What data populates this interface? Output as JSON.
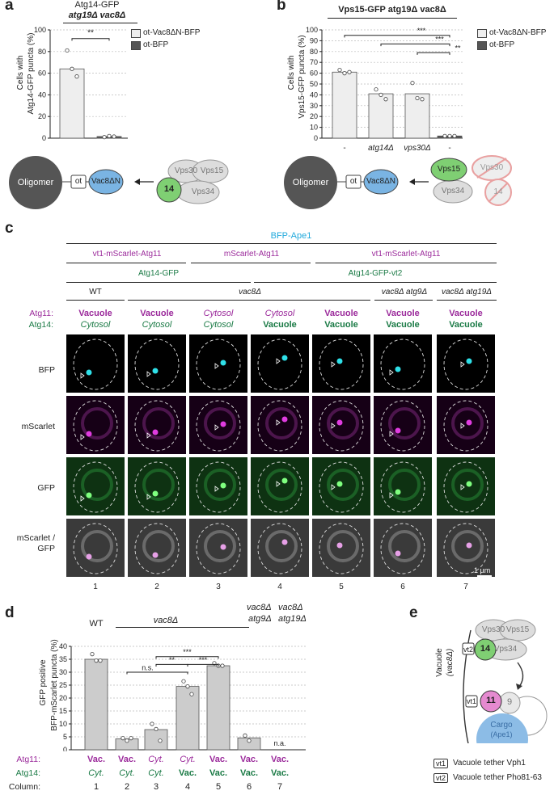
{
  "panel_a": {
    "label": "a",
    "title1": "Atg14-GFP",
    "title2": "atg19Δ vac8Δ",
    "ylabel": "Cells with",
    "ylabel2": "Atg14-GFP puncta (%)",
    "sig": "**",
    "legend": [
      "ot-Vac8ΔN-BFP",
      "ot-BFP"
    ]
  },
  "panel_b": {
    "label": "b",
    "title": "Vps15-GFP atg19Δ vac8Δ",
    "ylabel": "Cells with",
    "ylabel2": "Vps15-GFP puncta (%)",
    "sig": [
      "***",
      "***",
      "**"
    ],
    "xticks": [
      "-",
      "atg14Δ",
      "vps30Δ",
      "-"
    ],
    "legend": [
      "ot-Vac8ΔN-BFP",
      "ot-BFP"
    ]
  },
  "schem_a": {
    "oligomer": "Oligomer",
    "ot": "ot",
    "vac8": "Vac8ΔN",
    "vps30": "Vps30",
    "vps15": "Vps15",
    "n14": "14",
    "vps34": "Vps34"
  },
  "schem_b": {
    "oligomer": "Oligomer",
    "ot": "ot",
    "vac8": "Vac8ΔN",
    "vps15": "Vps15",
    "vps34": "Vps34",
    "vps30": "Vps30",
    "n14": "14"
  },
  "panel_c": {
    "label": "c",
    "top": "BFP-Ape1",
    "h2": [
      "vt1-mScarlet-Atg11",
      "mScarlet-Atg11",
      "vt1-mScarlet-Atg11"
    ],
    "h3": [
      "Atg14-GFP",
      "Atg14-GFP-vt2"
    ],
    "h4": [
      "WT",
      "vac8Δ",
      "vac8Δ atg9Δ",
      "vac8Δ atg19Δ"
    ],
    "row_atg11_label": "Atg11:",
    "row_atg14_label": "Atg14:",
    "atg11": [
      "Vacuole",
      "Vacuole",
      "Cytosol",
      "Cytosol",
      "Vacuole",
      "Vacuole",
      "Vacuole"
    ],
    "atg14": [
      "Cytosol",
      "Cytosol",
      "Cytosol",
      "Vacuole",
      "Vacuole",
      "Vacuole",
      "Vacuole"
    ],
    "rows": [
      "BFP",
      "mScarlet",
      "GFP",
      "mScarlet /",
      "GFP"
    ],
    "columns": [
      "1",
      "2",
      "3",
      "4",
      "5",
      "6",
      "7"
    ],
    "scale": "1 µm"
  },
  "panel_d": {
    "label": "d",
    "ylabel": "GFP positive",
    "ylabel2": "BFP-mScarlet puncta (%)",
    "wt": "WT",
    "vac8": "vac8Δ",
    "vac8atg9_1": "vac8Δ",
    "vac8atg9_2": "atg9Δ",
    "vac8atg19_1": "vac8Δ",
    "vac8atg19_2": "atg19Δ",
    "sig": [
      "n.s.",
      "**",
      "***",
      "***"
    ],
    "na": "n.a.",
    "atg11_label": "Atg11:",
    "atg14_label": "Atg14:",
    "column_label": "Column:",
    "atg11": [
      "Vac.",
      "Vac.",
      "Cyt.",
      "Cyt.",
      "Vac.",
      "Vac.",
      "Vac."
    ],
    "atg14": [
      "Cyt.",
      "Cyt.",
      "Cyt.",
      "Vac.",
      "Vac.",
      "Vac.",
      "Vac."
    ],
    "columns": [
      "1",
      "2",
      "3",
      "4",
      "5",
      "6",
      "7"
    ]
  },
  "panel_e": {
    "label": "e",
    "vacuole": "Vacuole",
    "vac8": "(vac8Δ)",
    "vps30": "Vps30",
    "vps15": "Vps15",
    "vps34": "Vps34",
    "n14": "14",
    "n11": "11",
    "n9": "9",
    "cargo": "Cargo",
    "ape1": "(Ape1)",
    "vt2": "vt2",
    "vt1": "vt1",
    "legend1": "Vacuole tether Vph1",
    "legend2": "Vacuole tether Pho81-63"
  },
  "chart_data": [
    {
      "type": "bar",
      "categories": [
        "ot-Vac8ΔN-BFP",
        "ot-BFP"
      ],
      "values": [
        64,
        1.5
      ],
      "points": [
        [
          81,
          64,
          57
        ],
        [
          1,
          2,
          1.5
        ]
      ],
      "ylabel": "Cells with Atg14-GFP puncta (%)",
      "ylim": [
        0,
        100
      ],
      "yticks": [
        0,
        20,
        40,
        60,
        80,
        100
      ]
    },
    {
      "type": "bar",
      "categories": [
        "-",
        "atg14Δ",
        "vps30Δ",
        "-"
      ],
      "values": [
        61,
        41,
        41,
        2
      ],
      "points": [
        [
          63,
          60,
          61
        ],
        [
          45,
          40,
          36
        ],
        [
          51,
          37,
          36
        ],
        [
          2,
          2,
          2
        ]
      ],
      "ylabel": "Cells with Vps15-GFP puncta (%)",
      "ylim": [
        0,
        100
      ],
      "yticks": [
        0,
        10,
        20,
        30,
        40,
        50,
        60,
        70,
        80,
        90,
        100
      ]
    },
    {
      "type": "bar",
      "categories": [
        "1",
        "2",
        "3",
        "4",
        "5",
        "6",
        "7"
      ],
      "values": [
        35,
        4.2,
        7.8,
        24.5,
        32.5,
        4.6,
        null
      ],
      "points": [
        [
          37,
          34.5,
          34.5
        ],
        [
          4.5,
          3.5,
          4.5
        ],
        [
          10,
          8,
          3.5
        ],
        [
          26.5,
          24.5,
          21.5
        ],
        [
          33.5,
          32.5,
          32.5
        ],
        [
          5.5,
          3.5,
          null
        ]
      ],
      "ylabel": "GFP positive BFP-mScarlet puncta (%)",
      "ylim": [
        0,
        40
      ],
      "yticks": [
        0,
        5,
        10,
        15,
        20,
        25,
        30,
        35,
        40
      ]
    }
  ]
}
